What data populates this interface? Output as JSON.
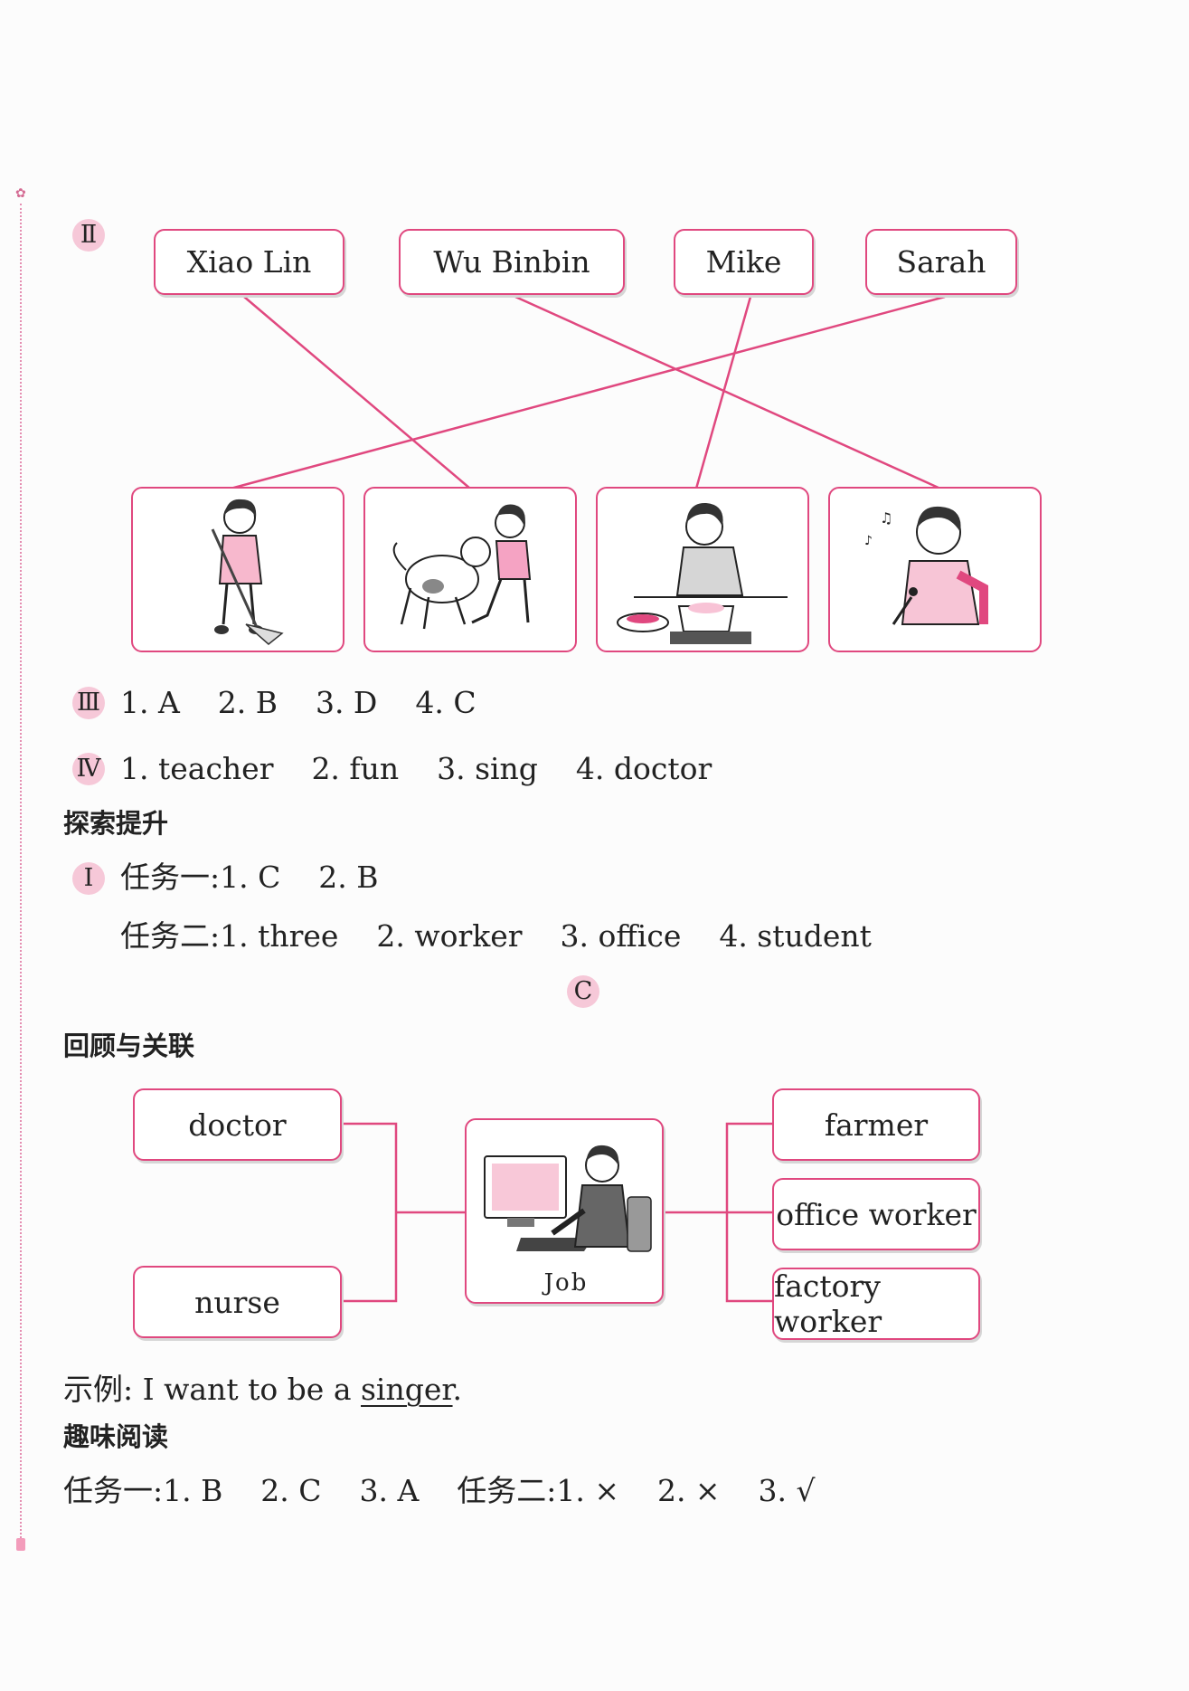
{
  "section2": {
    "numeral": "Ⅱ",
    "names": [
      "Xiao Lin",
      "Wu Binbin",
      "Mike",
      "Sarah"
    ]
  },
  "section3": {
    "numeral": "Ⅲ",
    "text": "1. A    2. B    3. D    4. C"
  },
  "section4": {
    "numeral": "Ⅳ",
    "text": "1. teacher    2. fun    3. sing    4. doctor"
  },
  "explore": {
    "heading": "探索提升",
    "numeral": "Ⅰ",
    "task1": "任务一:1. C    2. B",
    "task2": "任务二:1. three    2. worker    3. office    4. student"
  },
  "partC": {
    "badge": "C"
  },
  "review": {
    "heading": "回顾与关联",
    "left_jobs": [
      "doctor",
      "nurse"
    ],
    "center_label": "Job",
    "right_jobs": [
      "farmer",
      "office worker",
      "factory worker"
    ],
    "example_prefix": "示例:",
    "example_text": " I want to be a ",
    "example_word": "singer",
    "example_end": "."
  },
  "reading": {
    "heading": "趣味阅读",
    "line": "任务一:1. B    2. C    3. A    任务二:1. ×    2. ×    3. √"
  },
  "colors": {
    "accent": "#e0487f",
    "badge": "#f6c8d8",
    "dots": "#e58fb2"
  }
}
